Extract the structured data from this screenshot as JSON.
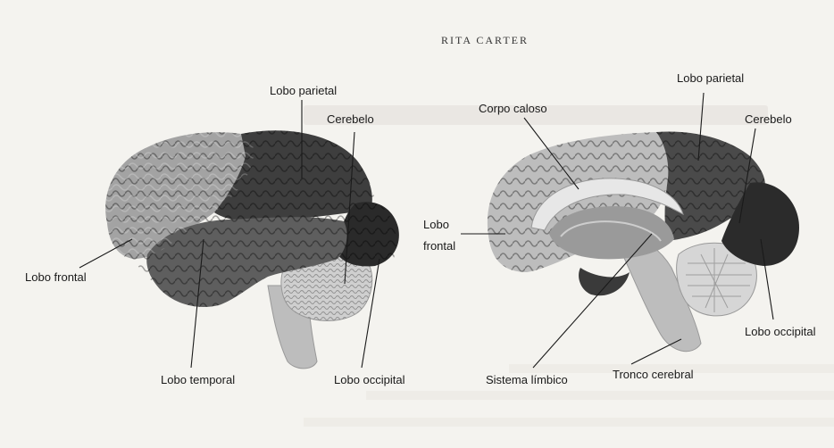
{
  "header": {
    "author": "Rita Carter"
  },
  "left_brain": {
    "labels": {
      "parietal": "Lobo parietal",
      "cerebellum": "Cerebelo",
      "frontal": "Lobo frontal",
      "temporal": "Lobo temporal",
      "occipital": "Lobo occipital"
    }
  },
  "right_brain": {
    "labels": {
      "corpus_callosum": "Corpo caloso",
      "parietal": "Lobo parietal",
      "cerebellum": "Cerebelo",
      "frontal_line1": "Lobo",
      "frontal_line2": "frontal",
      "occipital": "Lobo occipital",
      "limbic": "Sistema límbico",
      "brainstem": "Tronco cerebral"
    }
  },
  "colors": {
    "background": "#f4f3ef",
    "frontal_lobe": "#9a9a9a",
    "temporal_lobe": "#5c5c5c",
    "parietal_lobe": "#3a3a3a",
    "occipital_lobe": "#2a2a2a",
    "cerebellum": "#c8c8c8",
    "brainstem": "#bdbdbd"
  }
}
